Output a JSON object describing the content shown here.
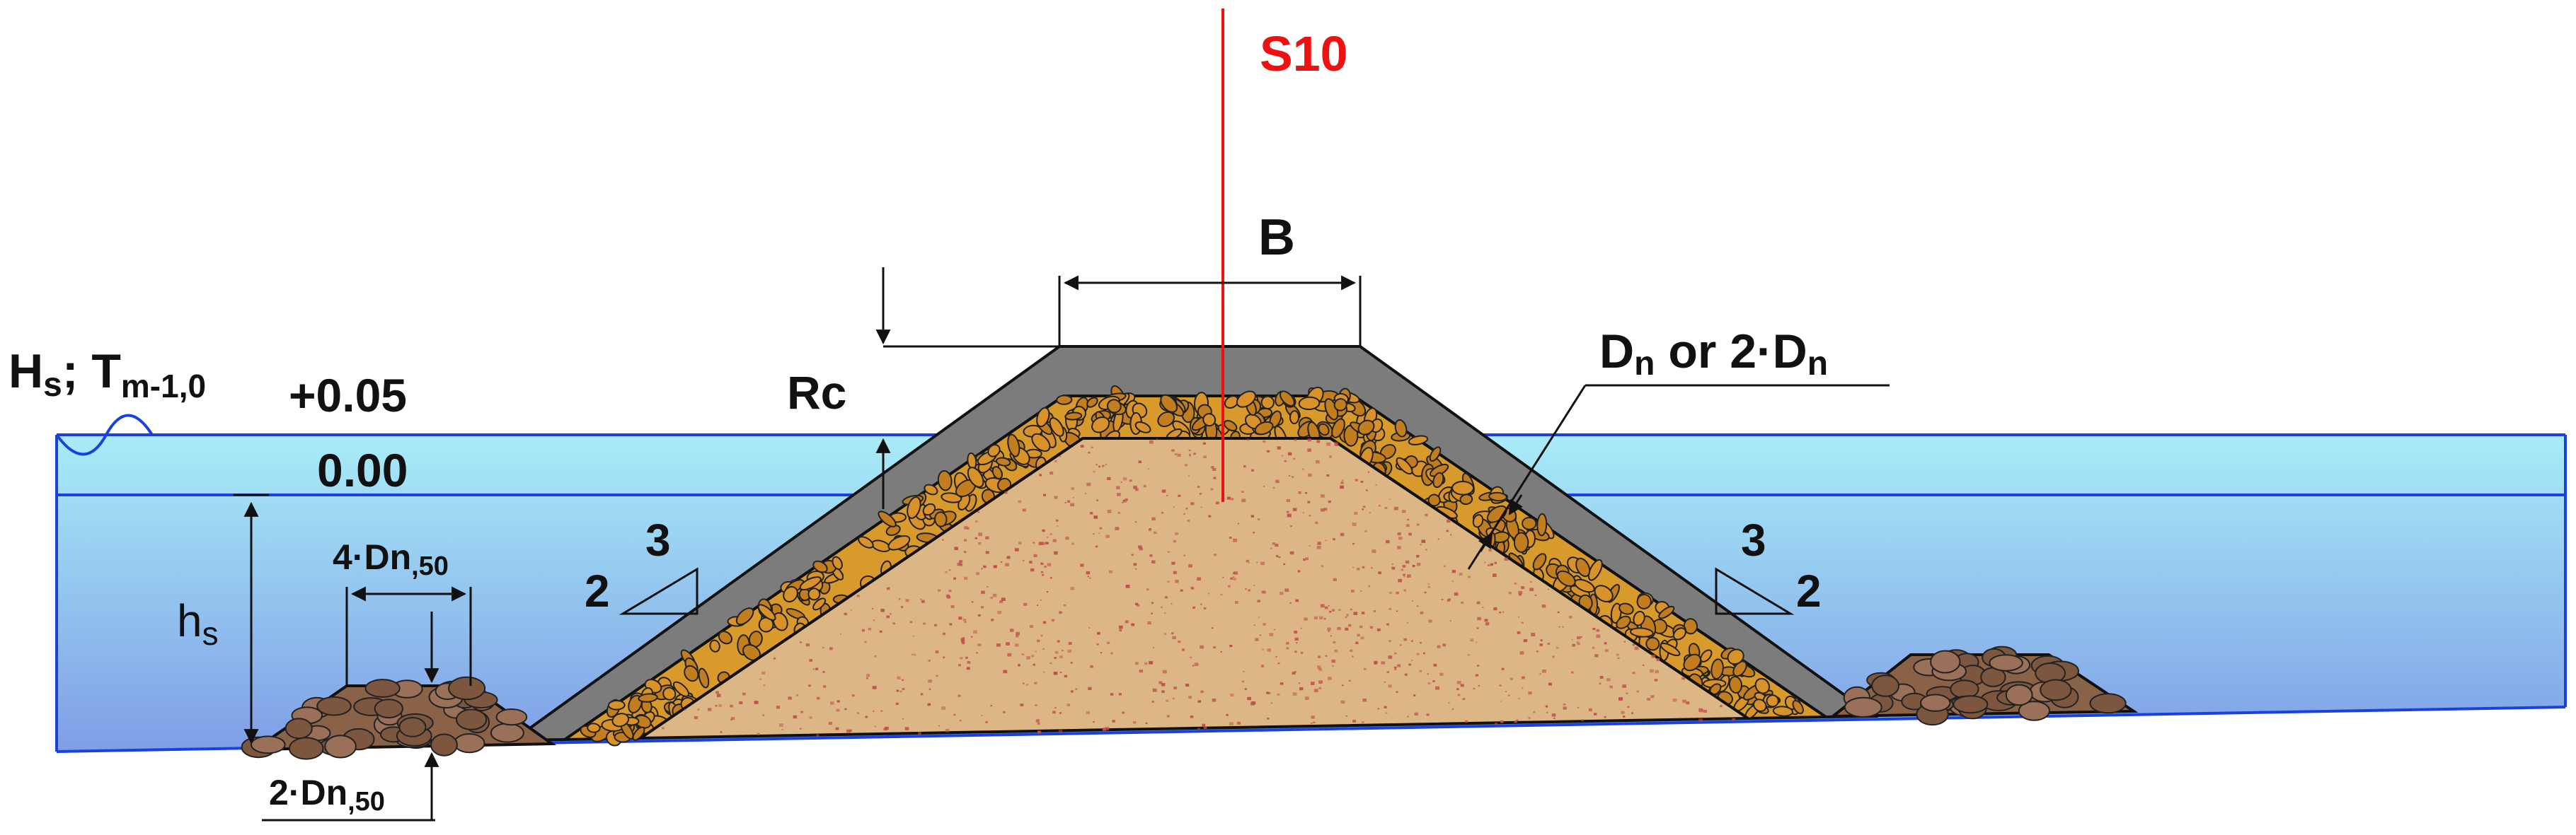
{
  "section_label": "S10",
  "colors": {
    "section_line": "#ee1111",
    "water_top": "#a8ecf8",
    "water_bottom": "#7f9ee6",
    "water_line": "#1a40e0",
    "armour_layer": "#7c7c7c",
    "filter_layer": "#d89a2a",
    "core": "#dcb684",
    "core_speckle": "#c0504d",
    "toe_rock": "#8a6248"
  },
  "labels": {
    "wave_params": {
      "h": "H",
      "h_sub": "s",
      "sep": "; ",
      "t": "T",
      "t_sub": "m-1,0"
    },
    "level_high": "+0.05",
    "level_swl": "0.00",
    "crest_width": "B",
    "freeboard": "Rc",
    "depth": {
      "main": "h",
      "sub": "s"
    },
    "armour_thickness": {
      "d1": "D",
      "d1_sub": "n",
      "mid": " or 2·D",
      "d2_sub": "n"
    },
    "toe_width": {
      "main": "4·Dn",
      "sub": ",50"
    },
    "toe_height": {
      "main": "2·Dn",
      "sub": ",50"
    },
    "slope_left": {
      "h": "3",
      "v": "2"
    },
    "slope_right": {
      "h": "3",
      "v": "2"
    }
  },
  "icons": {
    "wave": "wave-icon",
    "slope_left": "slope-triangle-icon",
    "slope_right": "slope-triangle-icon"
  }
}
